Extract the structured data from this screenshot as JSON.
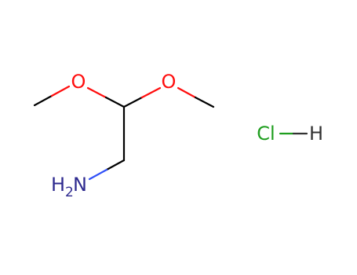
{
  "atoms": {
    "o1": {
      "symbol": "O"
    },
    "o2": {
      "symbol": "O"
    },
    "n": {
      "symbol": "H",
      "subscript": "2",
      "symbol2": "N"
    },
    "cl": {
      "symbol": "Cl"
    },
    "h": {
      "symbol": "H"
    }
  },
  "colors": {
    "carbon_bond": "#000000",
    "oxygen": "#ff0d0d",
    "nitrogen": "#3050f8",
    "nitrogen_label": "#2e2a8f",
    "chlorine": "#1f9e1f",
    "hydrogen": "#333333"
  }
}
